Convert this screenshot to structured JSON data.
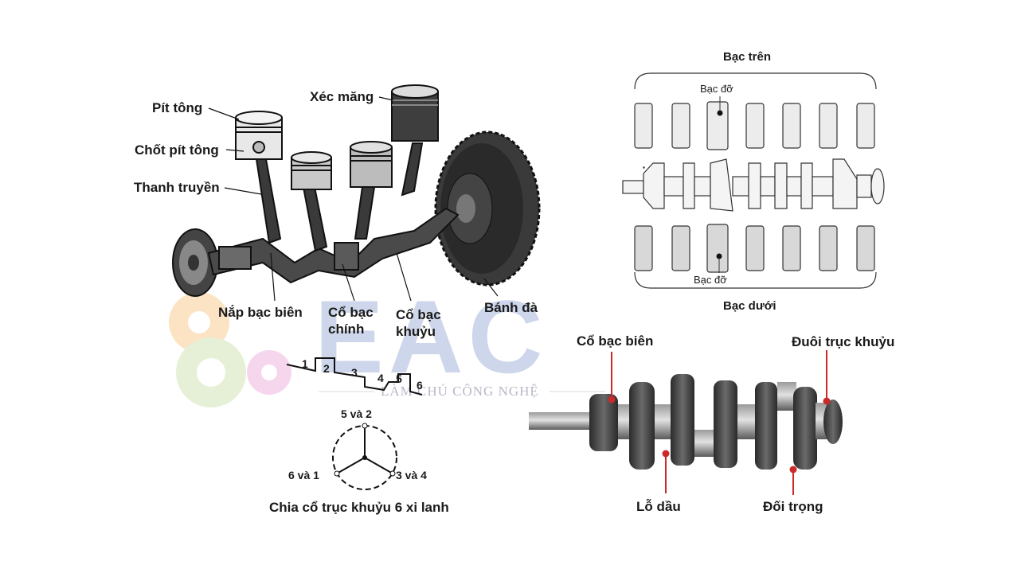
{
  "engine": {
    "piston": "Pít tông",
    "piston_pin": "Chốt pít tông",
    "connecting_rod": "Thanh truyền",
    "piston_ring": "Xéc măng",
    "rod_cap": "Nắp bạc biên",
    "main_journal_line1": "Cổ bạc",
    "main_journal_line2": "chính",
    "crank_journal_line1": "Cổ bạc",
    "crank_journal_line2": "khuỷu",
    "flywheel": "Bánh đà"
  },
  "bearings": {
    "upper": "Bạc trên",
    "lower": "Bạc dưới",
    "thrust_top": "Bạc đỡ",
    "thrust_bottom": "Bạc đỡ"
  },
  "firing": {
    "numbers": [
      "1",
      "2",
      "3",
      "4",
      "5",
      "6"
    ],
    "pair_top": "5 và 2",
    "pair_left": "6 và 1",
    "pair_right": "3 và 4",
    "caption": "Chia cổ trục khuỷu 6 xi lanh"
  },
  "crankshaft": {
    "rod_journal": "Cổ bạc biên",
    "tail": "Đuôi trục khuỷu",
    "oil_hole": "Lỗ dầu",
    "counterweight": "Đối trọng"
  },
  "watermark": {
    "logo": "EAC",
    "tagline": "LÀM CHỦ CÔNG NGHỆ"
  },
  "colors": {
    "watermark_blue": "#c4cee4",
    "watermark_orange": "#fad8b0",
    "watermark_green": "#dfeccc",
    "watermark_pink": "#f4cce6",
    "annotation_red": "#cc2a2a",
    "steel_dark": "#2f2f2f",
    "steel_light": "#bdbdbd"
  }
}
